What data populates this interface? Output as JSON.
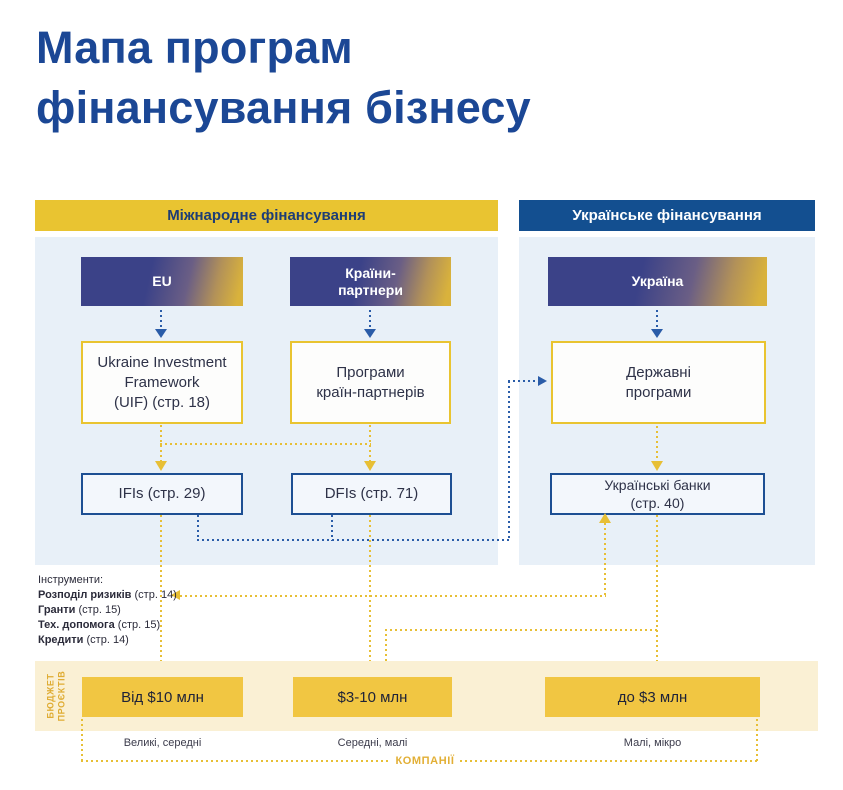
{
  "page": {
    "title": "Мапа програм\nфінансування бізнесу"
  },
  "headers": {
    "international": "Міжнародне фінансування",
    "ukrainian": "Українське фінансування"
  },
  "source_boxes": {
    "eu": "EU",
    "partners": "Країни-\nпартнери",
    "ukraine": "Україна"
  },
  "program_boxes": {
    "uif": "Ukraine Investment\nFramework\n(UIF) (стр. 18)",
    "partner_programs": "Програми\nкраїн-партнерів",
    "state_programs": "Державні\nпрограми"
  },
  "institution_boxes": {
    "ifis": "IFIs (стр. 29)",
    "dfis": "DFIs (стр. 71)",
    "banks": "Українські банки\n(стр. 40)"
  },
  "instruments": {
    "heading": "Інструменти:",
    "items": [
      {
        "name": "Розподіл ризиків",
        "page": "(стр. 14)"
      },
      {
        "name": "Гранти",
        "page": "(стр. 15)"
      },
      {
        "name": "Тех. допомога",
        "page": "(стр. 15)"
      },
      {
        "name": "Кредити",
        "page": "(стр. 14)"
      }
    ]
  },
  "budget": {
    "axis_label": "БЮДЖЕТ\nПРОЄКТІВ",
    "ranges": [
      "Від $10 млн",
      "$3-10 млн",
      "до $3 млн"
    ],
    "company_sizes": [
      "Великі, середні",
      "Середні, малі",
      "Малі, мікро"
    ],
    "companies_label": "КОМПАНІЇ"
  },
  "colors": {
    "title_blue": "#1B4795",
    "header_yellow": "#E9C431",
    "header_blue": "#134F90",
    "panel_light_blue": "#E8F0F8",
    "gold_box": "#F1C642",
    "beige_band": "#FAF0D4",
    "dotted_yellow": "#E7BF36",
    "dotted_blue": "#2A5CA8",
    "gradient_navy": "#3B4288",
    "gradient_gold": "#D9B23C"
  }
}
